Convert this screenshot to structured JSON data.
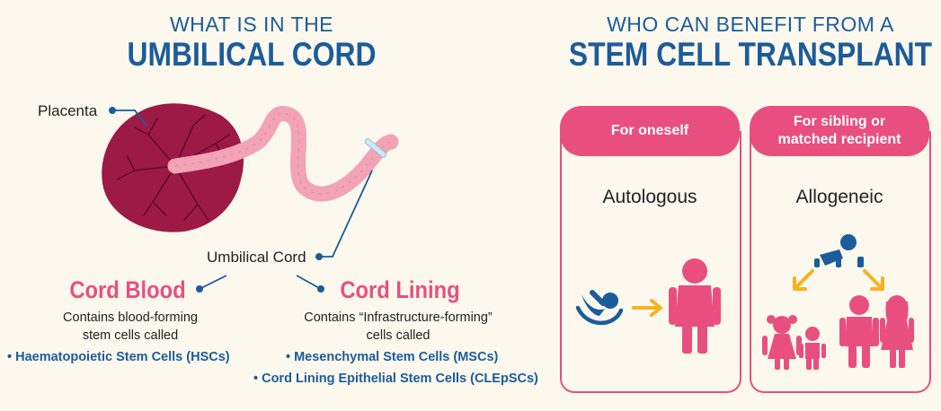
{
  "left": {
    "header_small": "WHAT IS IN THE",
    "header_big": "UMBILICAL CORD",
    "placenta_label": "Placenta",
    "umbilical_label": "Umbilical Cord",
    "cord_blood": {
      "title": "Cord Blood",
      "desc_line1": "Contains blood-forming",
      "desc_line2": "stem cells called",
      "items": [
        "• Haematopoietic Stem Cells (HSCs)"
      ]
    },
    "cord_lining": {
      "title": "Cord Lining",
      "desc_line1": "Contains “Infrastructure-forming”",
      "desc_line2": "cells called",
      "items": [
        "• Mesenchymal Stem Cells (MSCs)",
        "• Cord Lining Epithelial Stem Cells (CLEpSCs)"
      ]
    }
  },
  "right": {
    "header_small": "WHO CAN BENEFIT FROM A",
    "header_big": "STEM CELL TRANSPLANT",
    "panels": [
      {
        "pill_line1": "For oneself",
        "pill_line2": "",
        "label": "Autologous"
      },
      {
        "pill_line1": "For sibling or",
        "pill_line2": "matched recipient",
        "label": "Allogeneic"
      }
    ]
  },
  "colors": {
    "blue": "#1b5c9a",
    "pink": "#e94f7e",
    "placenta": "#9c1a45",
    "cord": "#f2a3b5",
    "arrow": "#f6b21f",
    "background": "#fcf8ee"
  }
}
